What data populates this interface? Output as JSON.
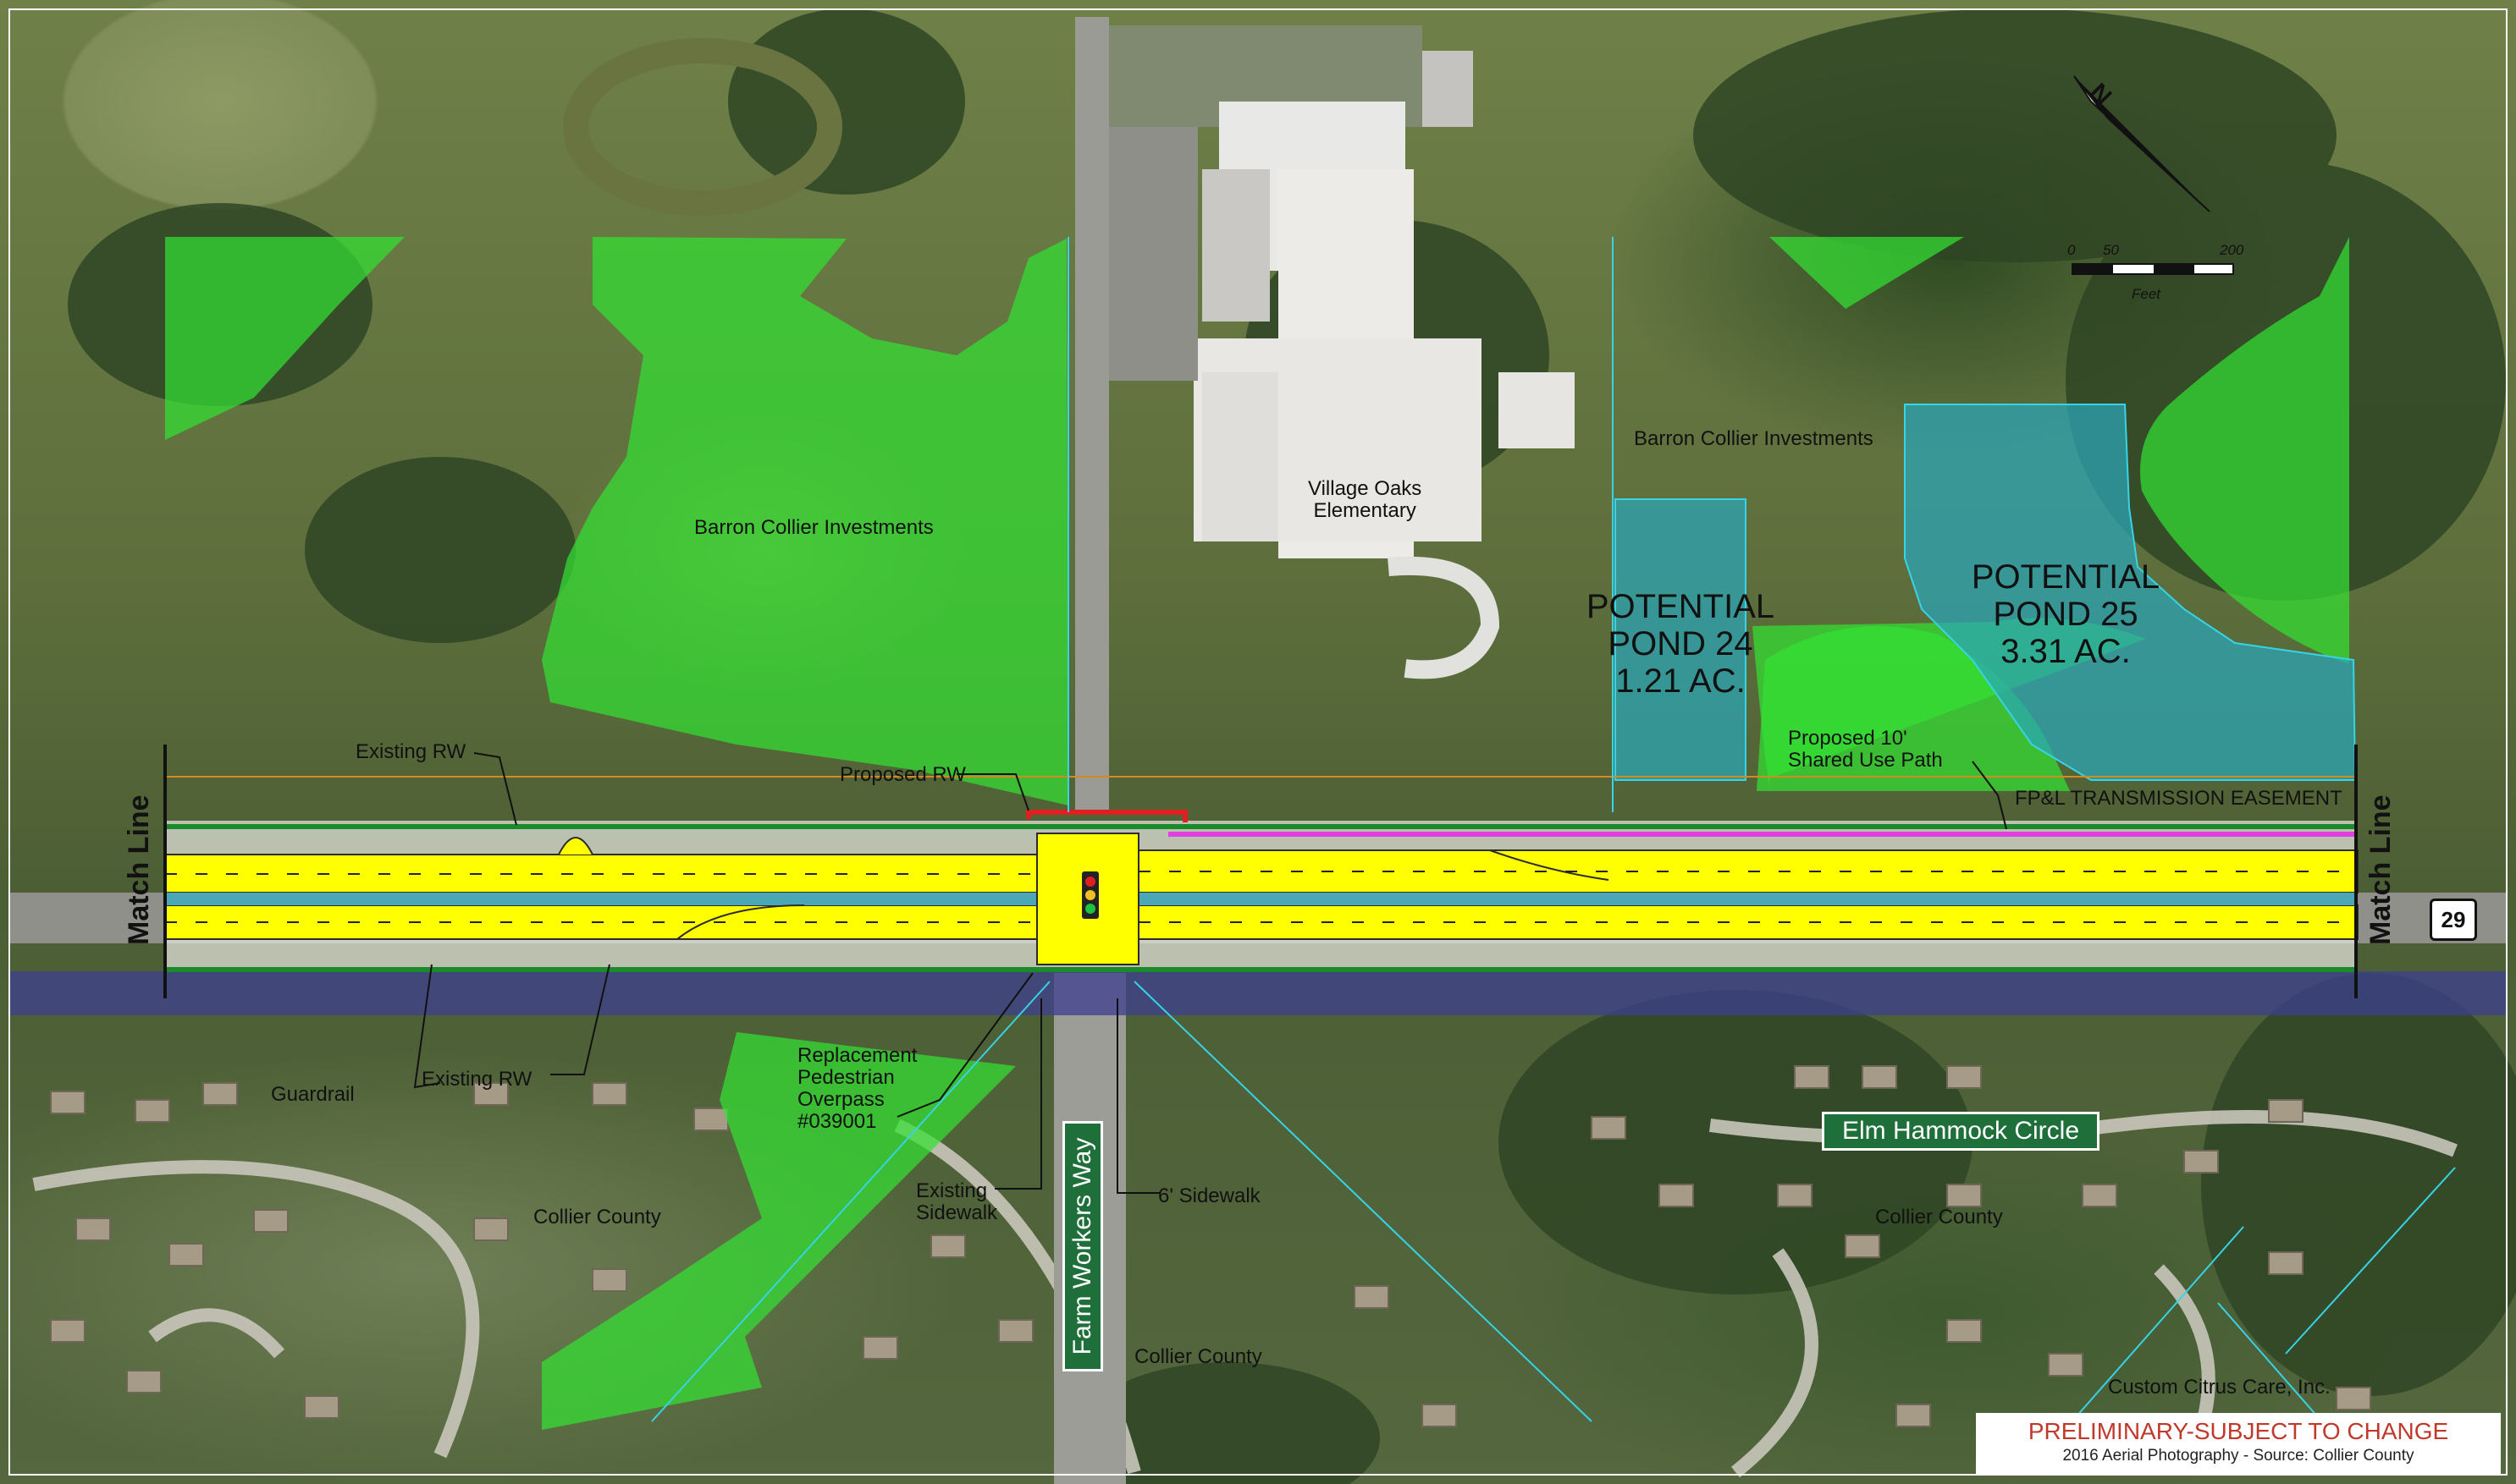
{
  "map": {
    "labels": {
      "barron_west": "Barron Collier Investments",
      "barron_east": "Barron Collier Investments",
      "school": "Village Oaks\nElementary",
      "existing_rw_top": "Existing RW",
      "proposed_rw": "Proposed RW",
      "shared_path": "Proposed 10'\nShared Use Path",
      "fpl_easement": "FP&L TRANSMISSION EASEMENT",
      "guardrail": "Guardrail",
      "existing_rw_bottom": "Existing RW",
      "overpass": "Replacement\nPedestrian\nOverpass\n#039001",
      "existing_sidewalk": "Existing\nSidewalk",
      "sidewalk_6": "6' Sidewalk",
      "collier_county_w": "Collier County",
      "collier_county_c": "Collier County",
      "collier_county_e": "Collier County",
      "custom_citrus": "Custom Citrus Care, Inc."
    },
    "ponds": [
      {
        "name": "POTENTIAL\nPOND 24",
        "area": "1.21 AC."
      },
      {
        "name": "POTENTIAL\nPOND 25",
        "area": "3.31 AC."
      }
    ],
    "road_signs": {
      "farm_workers_way": "Farm Workers Way",
      "elm_hammock": "Elm Hammock Circle"
    },
    "match_line": "Match Line",
    "route_shield": "29",
    "north_arrow": "N",
    "scale_bar": {
      "ticks": [
        "0",
        "50",
        "200"
      ],
      "unit": "Feet"
    },
    "title_block": {
      "title": "PRELIMINARY-SUBJECT TO CHANGE",
      "source": "2016 Aerial Photography - Source: Collier County"
    },
    "colors": {
      "wetland_green": "#33e033",
      "pond_teal": "#2aa6b8",
      "roadway_yellow": "#ffff00",
      "easement_magenta": "#e040e0",
      "rw_green": "#1a8a2a",
      "canal_blue": "#3d3f8f"
    }
  }
}
